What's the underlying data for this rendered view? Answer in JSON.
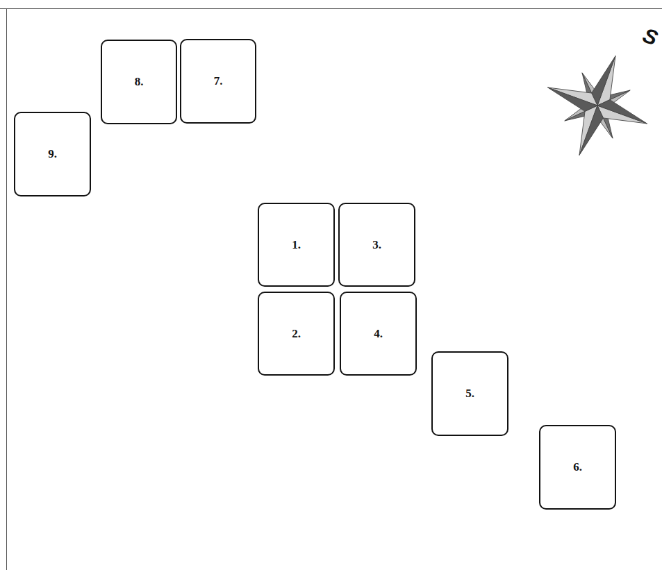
{
  "diagram": {
    "nodes": [
      {
        "text": [
          "8."
        ]
      },
      {
        "text": [
          "7."
        ]
      },
      {
        "text": [
          "9."
        ]
      },
      {
        "text": [
          "1."
        ]
      },
      {
        "text": [
          "3."
        ]
      },
      {
        "text": [
          "2."
        ]
      },
      {
        "text": [
          "4."
        ]
      },
      {
        "text": [
          "5."
        ]
      },
      {
        "text": [
          "6."
        ]
      }
    ],
    "labels": [
      "S"
    ]
  }
}
